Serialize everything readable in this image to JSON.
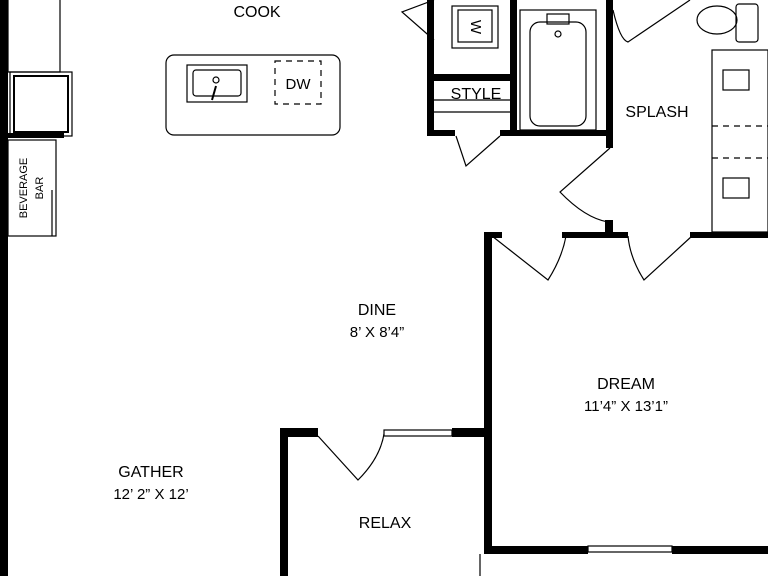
{
  "rooms": {
    "cook": {
      "name": "COOK"
    },
    "splash": {
      "name": "SPLASH"
    },
    "dine": {
      "name": "DINE",
      "dimensions": "8’ X 8’4”"
    },
    "dream": {
      "name": "DREAM",
      "dimensions": "11’4” X 13’1”"
    },
    "gather": {
      "name": "GATHER",
      "dimensions": "12’ 2” X 12’"
    },
    "relax": {
      "name": "RELAX"
    },
    "style": {
      "name": "STYLE"
    }
  },
  "fixtures": {
    "dishwasher": "DW",
    "washer": "W",
    "beverage_line1": "BEVERAGE",
    "beverage_line2": "BAR"
  },
  "colors": {
    "wall": "#000000",
    "background": "#ffffff"
  }
}
